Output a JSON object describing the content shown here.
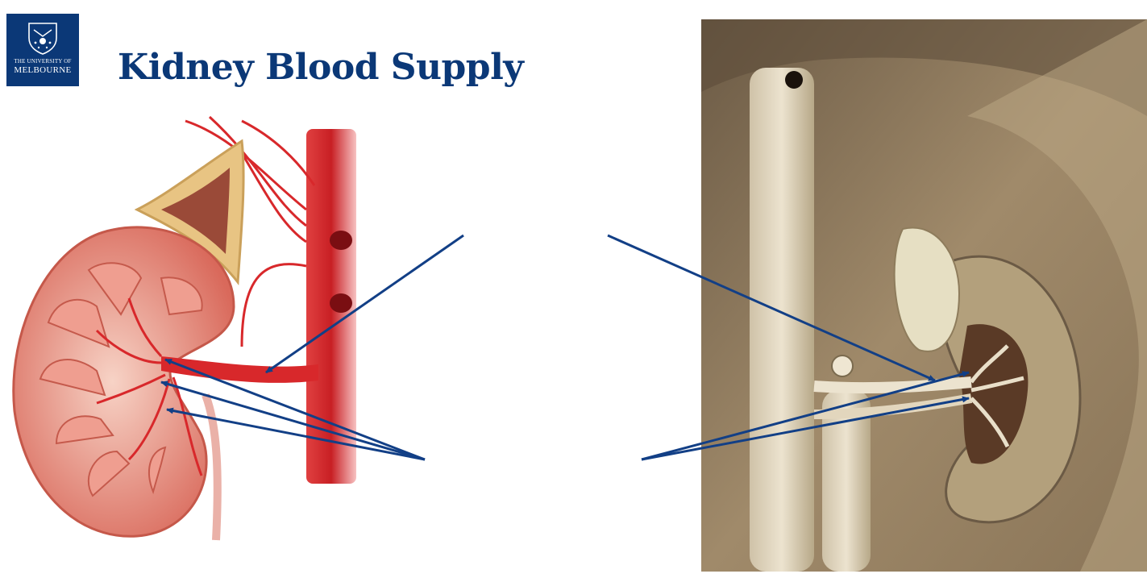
{
  "logo": {
    "line1": "THE UNIVERSITY OF",
    "line2": "MELBOURNE"
  },
  "title": "Kidney Blood Supply",
  "colors": {
    "brand": "#0b3877",
    "arrow": "#123f86",
    "artery": "#d8282b",
    "kidney": "#e48a7e",
    "adrenal": "#e8c483",
    "photo_tissue": "#a08a6a"
  },
  "icons": [
    "university-crest-icon"
  ]
}
